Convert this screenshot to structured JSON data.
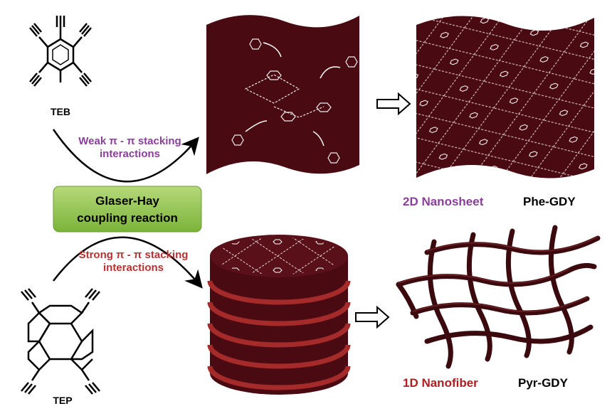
{
  "molecules": {
    "top": {
      "label": "TEB"
    },
    "bottom": {
      "label": "TEP"
    }
  },
  "arrows": {
    "weak": {
      "label": "Weak π - π stacking interactions",
      "color": "#8a3f9a"
    },
    "strong": {
      "label": "Strong π - π stacking interactions",
      "color": "#b83232"
    }
  },
  "reaction_box": {
    "line1": "Glaser-Hay",
    "line2": "coupling reaction",
    "color": "#8cc04a"
  },
  "products": {
    "nanosheet": {
      "type_label": "2D Nanosheet",
      "name": "Phe-GDY",
      "type_color": "#8a3f9a"
    },
    "nanofiber": {
      "type_label": "1D Nanofiber",
      "name": "Pyr-GDY",
      "type_color": "#b01e22"
    }
  },
  "colors": {
    "material": "#4a0a12",
    "material_light": "#a52a2a"
  }
}
